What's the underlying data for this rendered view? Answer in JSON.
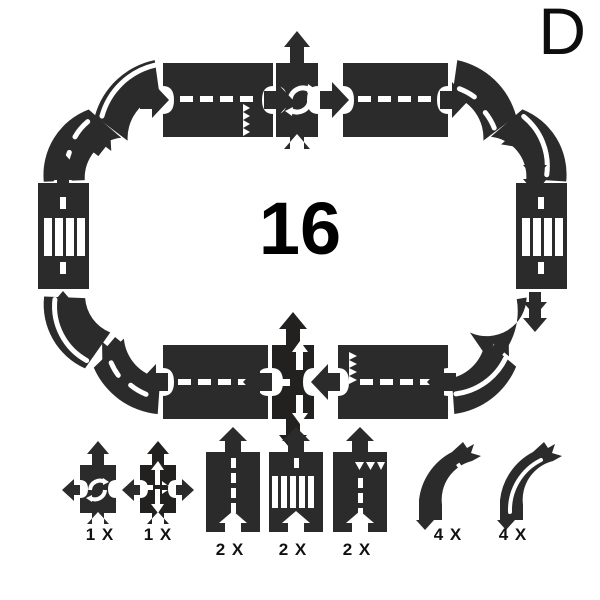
{
  "sheet": {
    "letter": "D",
    "total_pieces": "16",
    "piece_color": "#2b2b2b",
    "piece_color_dark": "#232020",
    "marking_color": "#ffffff",
    "background": "#ffffff",
    "text_color": "#0d0d0d"
  },
  "layout": {
    "shape": "closed-oval-loop",
    "description": "Assembled oval track loop built from 16 interlocking road tiles"
  },
  "track_pieces": [
    {
      "id": "top-left-straight-dashed",
      "type": "straight-dashed-yield",
      "orientation": "horizontal",
      "position": "top-left"
    },
    {
      "id": "top-roundabout",
      "type": "roundabout",
      "orientation": "4-way",
      "position": "top-center"
    },
    {
      "id": "top-right-straight-dashed",
      "type": "straight-dashed",
      "orientation": "horizontal",
      "position": "top-right"
    },
    {
      "id": "left-crosswalk",
      "type": "straight-crosswalk",
      "orientation": "vertical",
      "position": "left"
    },
    {
      "id": "right-crosswalk",
      "type": "straight-crosswalk",
      "orientation": "vertical",
      "position": "right"
    },
    {
      "id": "bottom-left-straight-dashed",
      "type": "straight-dashed",
      "orientation": "horizontal",
      "position": "bottom-left"
    },
    {
      "id": "bottom-crossroad",
      "type": "crossroad",
      "orientation": "4-way",
      "position": "bottom-center"
    },
    {
      "id": "bottom-right-straight-yield",
      "type": "straight-dashed-yield",
      "orientation": "horizontal",
      "position": "bottom-right"
    },
    {
      "id": "corner-tl-outer",
      "type": "curve-plain",
      "position": "top-left-corner-outer"
    },
    {
      "id": "corner-tl-inner",
      "type": "curve-dashed",
      "position": "top-left-corner-inner"
    },
    {
      "id": "corner-tr-outer",
      "type": "curve-dashed",
      "position": "top-right-corner-outer"
    },
    {
      "id": "corner-tr-inner",
      "type": "curve-plain",
      "position": "top-right-corner-inner"
    },
    {
      "id": "corner-bl-outer",
      "type": "curve-plain",
      "position": "bottom-left-corner-outer"
    },
    {
      "id": "corner-bl-inner",
      "type": "curve-dashed",
      "position": "bottom-left-corner-inner"
    },
    {
      "id": "corner-br-outer",
      "type": "curve-dashed",
      "position": "bottom-right-corner-outer"
    },
    {
      "id": "corner-br-inner",
      "type": "curve-plain",
      "position": "bottom-right-corner-inner"
    }
  ],
  "legend": {
    "items": [
      {
        "key": "roundabout",
        "icon": "roundabout-tile-icon",
        "qty": "1 X"
      },
      {
        "key": "crossroad",
        "icon": "crossroad-tile-icon",
        "qty": "1 X"
      },
      {
        "key": "straight",
        "icon": "straight-tile-icon",
        "qty": "2 X"
      },
      {
        "key": "crosswalk",
        "icon": "crosswalk-tile-icon",
        "qty": "2 X"
      },
      {
        "key": "yield",
        "icon": "yield-tile-icon",
        "qty": "2 X"
      },
      {
        "key": "curve-dashed",
        "icon": "curve-dashed-tile-icon",
        "qty": "4 X"
      },
      {
        "key": "curve-plain",
        "icon": "curve-plain-tile-icon",
        "qty": "4 X"
      }
    ]
  }
}
